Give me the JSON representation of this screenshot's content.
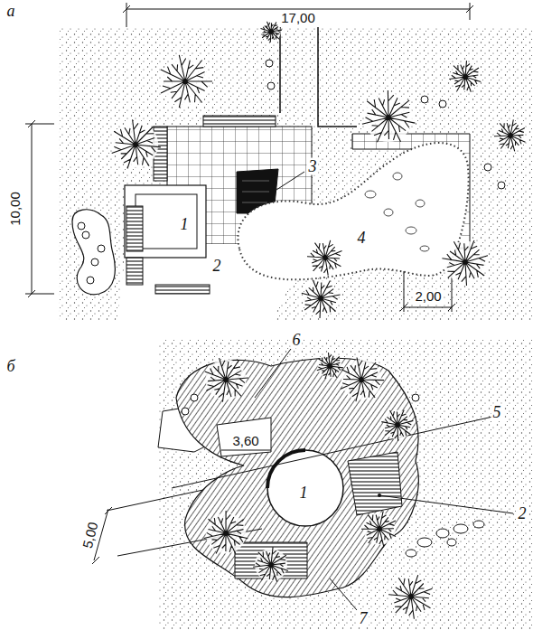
{
  "diagram": {
    "labels": [
      "а",
      "17,00",
      "10,00",
      "3",
      "1",
      "2",
      "4",
      "2,00",
      "б",
      "6",
      "5",
      "3,60",
      "1",
      "2",
      "5,00",
      "7"
    ]
  }
}
